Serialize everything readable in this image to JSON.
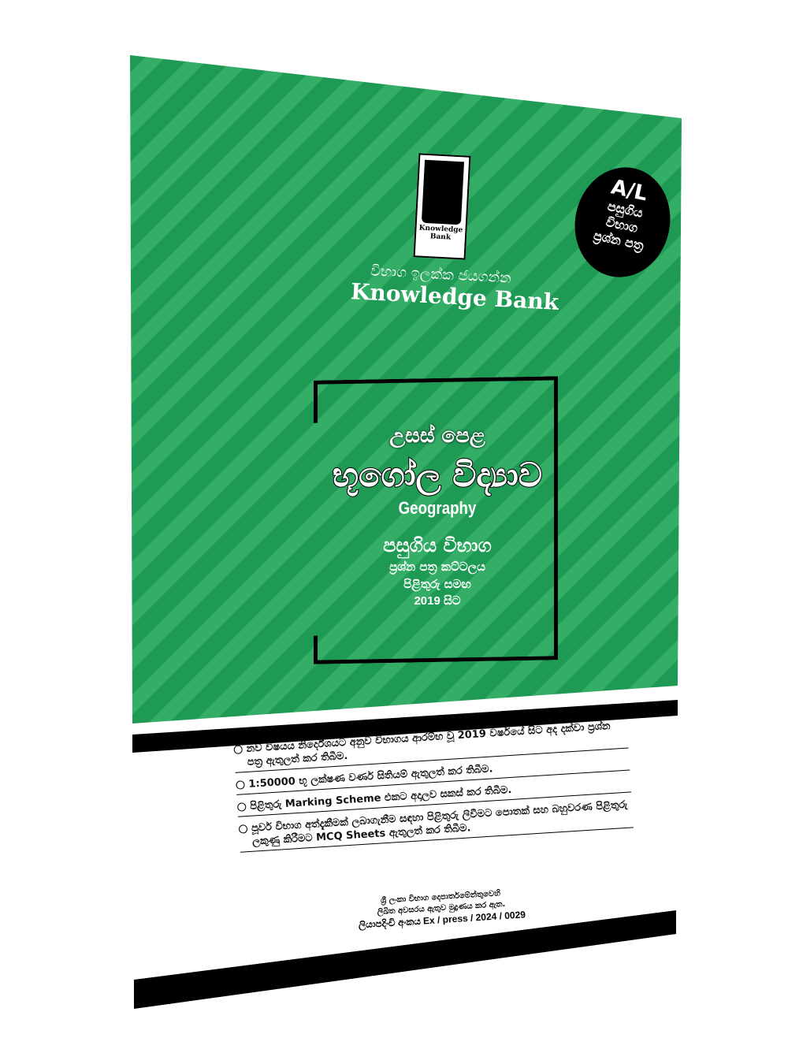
{
  "logo": {
    "line1": "Knowledge",
    "line2": "Bank"
  },
  "tagline": "විභාග ඉලක්ක ජයගන්න",
  "brand": "Knowledge Bank",
  "badge": {
    "al": "A/L",
    "l1": "පසුගිය",
    "l2": "විභාග",
    "l3": "ප්‍රශ්න පත්‍ර"
  },
  "cover": {
    "level": "උසස් පෙළ",
    "title": "භූගෝල විද්‍යාව",
    "english_title": "Geography",
    "section": "පසුගිය විභාග",
    "line1": "ප්‍රශ්න පත්‍ර කට්ටලය",
    "line2": "පිළිතුරු සමඟ",
    "line3": "2019 සිට"
  },
  "features": [
    "නව විෂයය නිර්දේශයට අනුව විභාගය ආරම්භ වූ 2019 වර්ෂයේ සිට අද දක්වා ප්‍රශ්න පත්‍ර ඇතුලත් කර තිබීම.",
    "1:50000 භූ ලක්ෂණ වර්ණ සිතියම් ඇතුලත් කර තිබීම.",
    "පිළිතුරු Marking Scheme එකට අදාලව සකස් කර තිබීම.",
    "පූර්ව විභාග අත්දැකීමක් ලබාගැනීම සඳහා පිළිතුරු ලිවීමට පොතක් සහ බහුවරණ පිළිතුරු ලකුණු කිරීමට MCQ Sheets ඇතුලත් කර තිබීම."
  ],
  "footer": {
    "l1": "ශ්‍රී ලංකා විභාග දෙපාර්තමේන්තුවෙහි",
    "l2": "ලිඛිත අවසරය ඇතුව මුද්‍රණය කර ඇත.",
    "l3": "ලියාපදිංචි අංකය Ex / press / 2024 / 0029"
  }
}
